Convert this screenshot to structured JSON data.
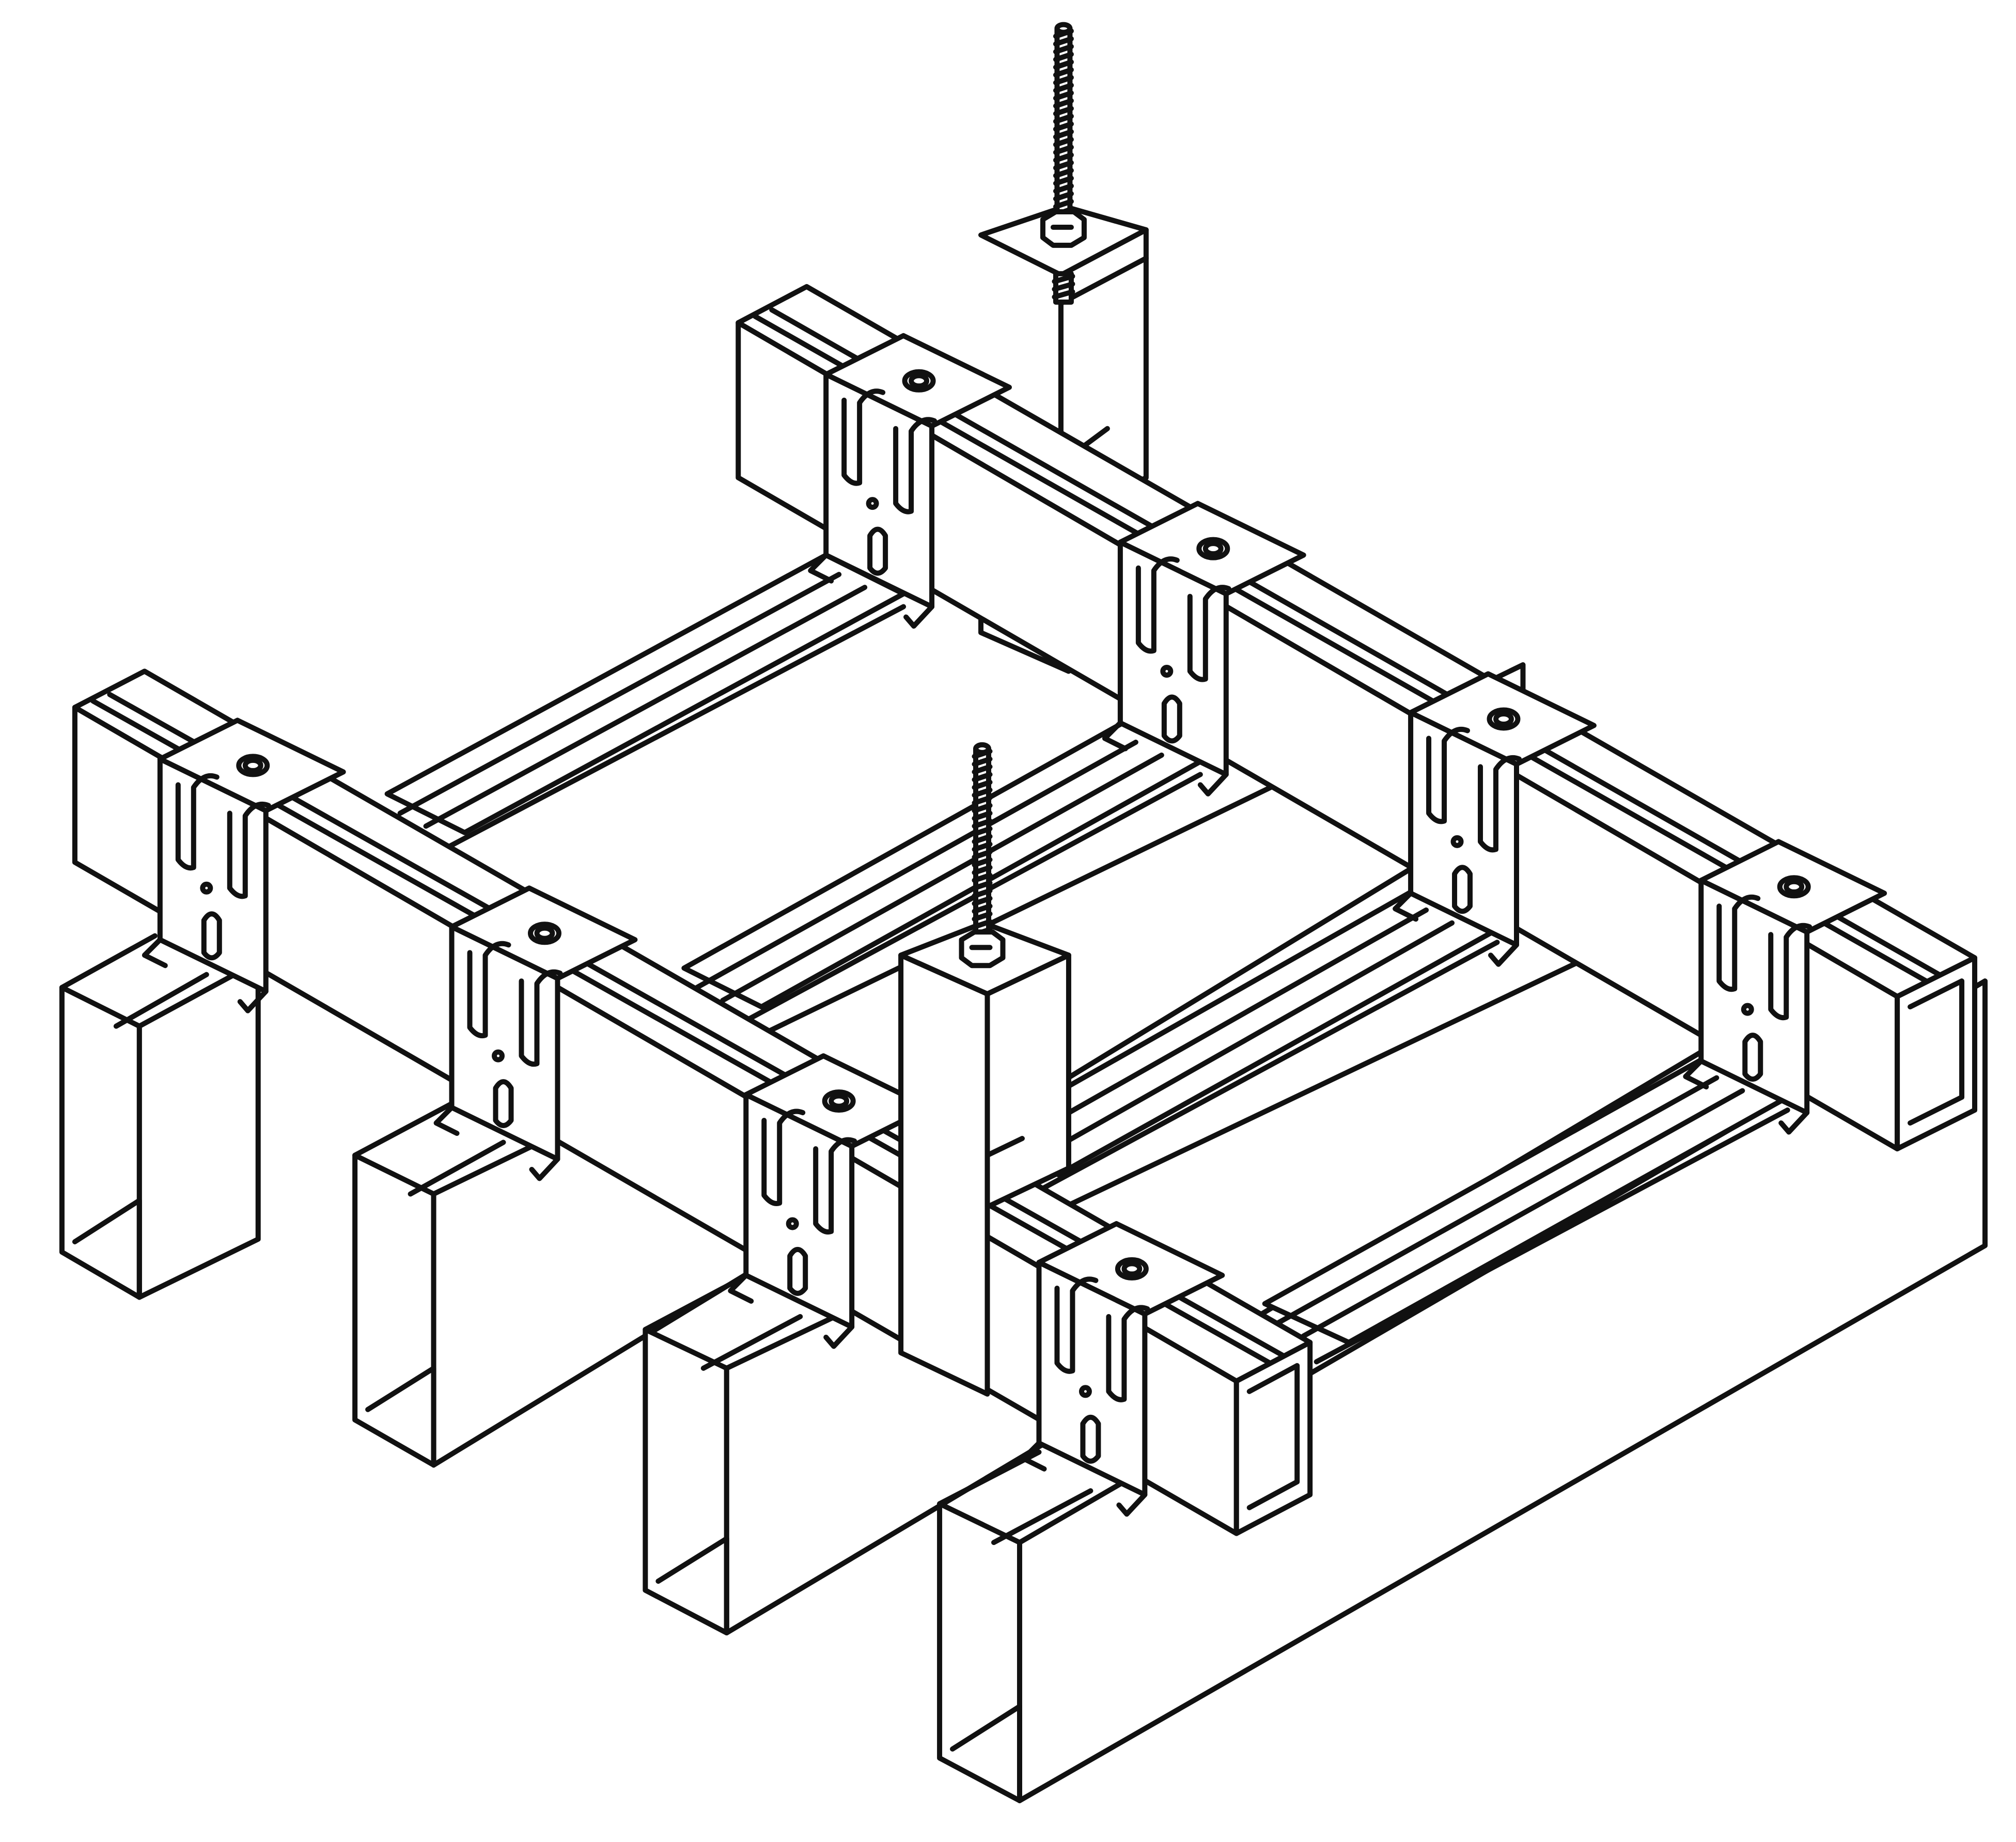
{
  "drawing": {
    "style": "isometric-line-drawing",
    "stroke_color": "#111111",
    "background_color": "#ffffff",
    "components": {
      "threaded_rods": 2,
      "hanger_brackets": 2,
      "main_channels": 2,
      "cross_tees": 4,
      "clips": 9,
      "baffle_blades": 4
    }
  }
}
